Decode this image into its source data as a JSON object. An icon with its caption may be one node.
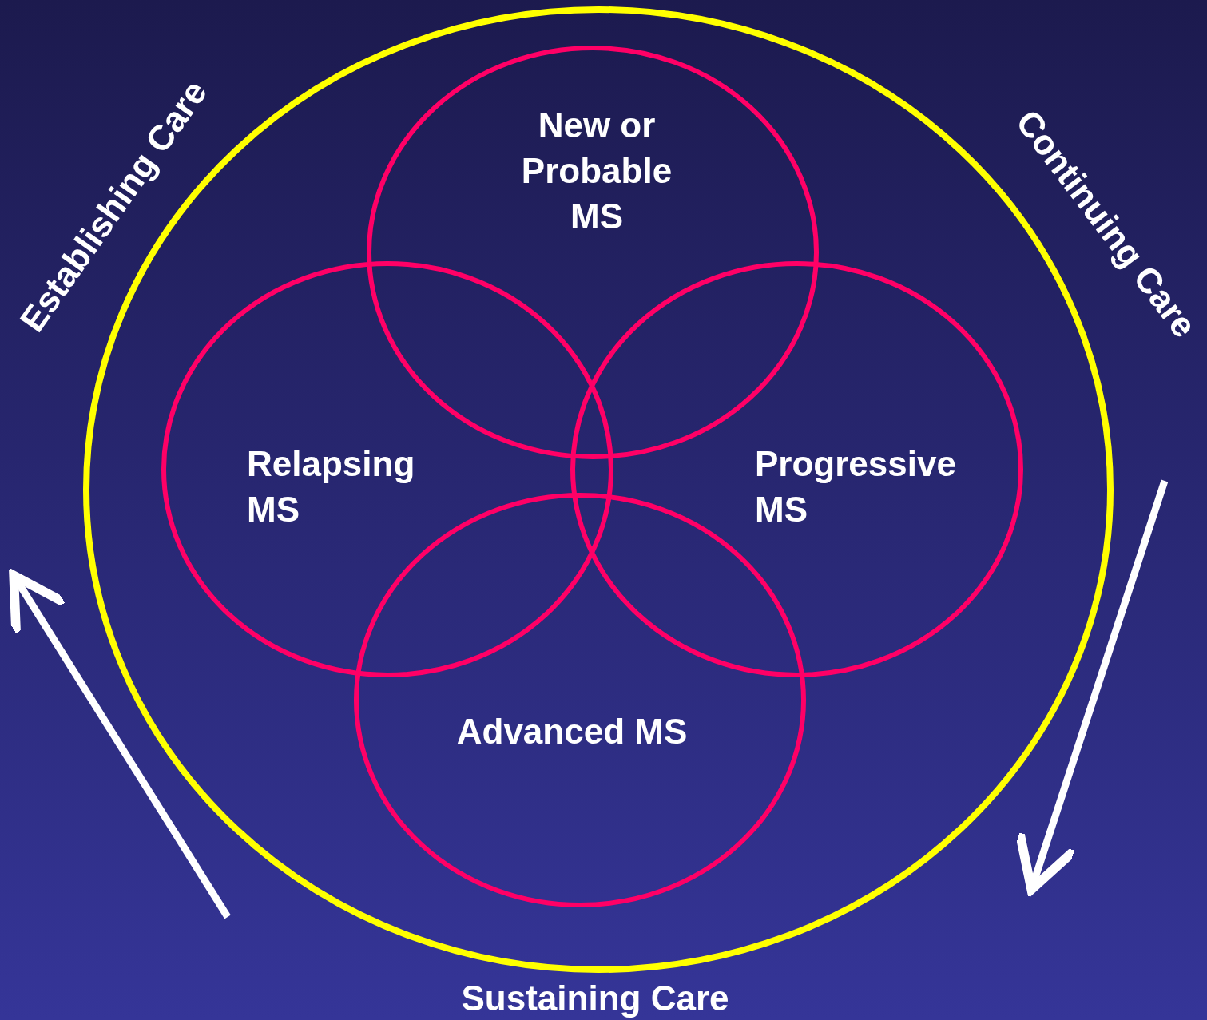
{
  "diagram": {
    "nodes": [
      {
        "text": [],
        "shape": "circle"
      },
      {
        "text": [
          "New or Probable MS"
        ],
        "in": 0
      },
      {
        "text": [
          "Relapsing MS"
        ],
        "in": 0
      },
      {
        "text": [
          "Progressive MS"
        ],
        "in": 0
      },
      {
        "text": [
          "Advanced MS"
        ],
        "in": 0
      }
    ],
    "labels": [
      "Establishing Care",
      "Continuing Care",
      "Sustaining Care"
    ]
  }
}
